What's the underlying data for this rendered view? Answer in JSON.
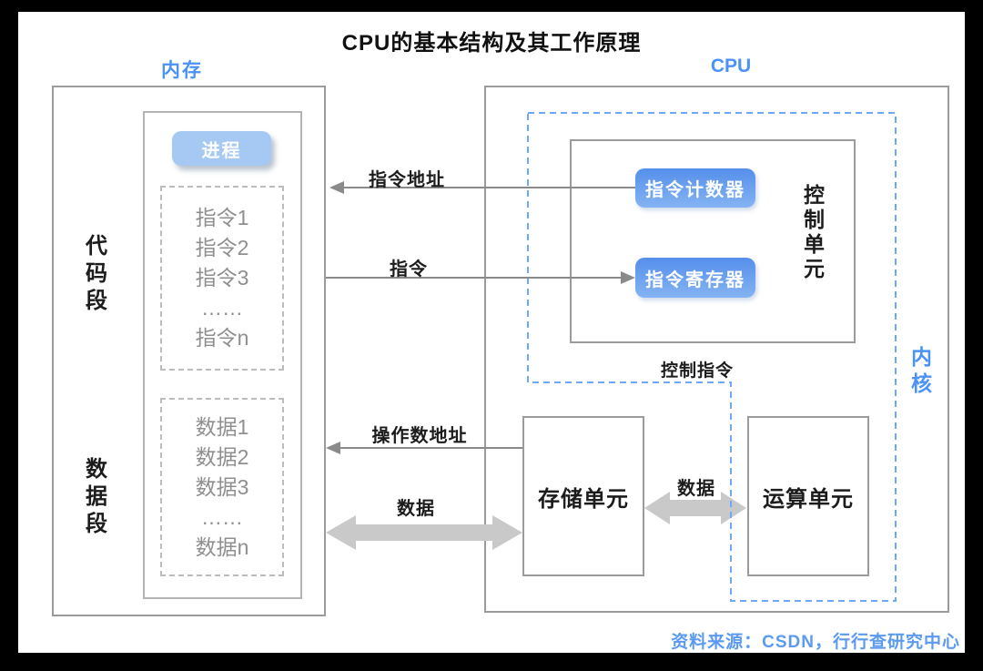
{
  "title": "CPU的基本结构及其工作原理",
  "memory": {
    "label": "内存",
    "process_button": "进程",
    "code_segment_label": "代码段",
    "code_items": [
      "指令1",
      "指令2",
      "指令3",
      "……",
      "指令n"
    ],
    "data_segment_label": "数据段",
    "data_items": [
      "数据1",
      "数据2",
      "数据3",
      "……",
      "数据n"
    ]
  },
  "cpu": {
    "label": "CPU",
    "kernel_label": "内核",
    "control_unit_label": "控制单元",
    "instruction_counter": "指令计数器",
    "instruction_register": "指令寄存器",
    "control_instruction_label": "控制指令",
    "storage_unit": "存储单元",
    "compute_unit": "运算单元"
  },
  "arrows": {
    "instruction_address": "指令地址",
    "instruction": "指令",
    "operand_address": "操作数地址",
    "data_memory_storage": "数据",
    "data_storage_compute": "数据"
  },
  "source": "资料来源：CSDN，行行查研究中心",
  "colors": {
    "accent_blue": "#4b92f6",
    "kernel_dash_blue": "#6ea9f7",
    "button_gradient_top": "#558feb",
    "button_gradient_bottom": "#84b3f2",
    "process_button_fill": "#a6c9f4",
    "box_border_gray": "#9b9b9b",
    "muted_text_gray": "#8f8f8f",
    "thin_arrow_gray": "#8a8a8a",
    "thick_arrow_gray": "#c9c9c9",
    "source_blue": "#5b9af0",
    "frame_black": "#000000"
  }
}
